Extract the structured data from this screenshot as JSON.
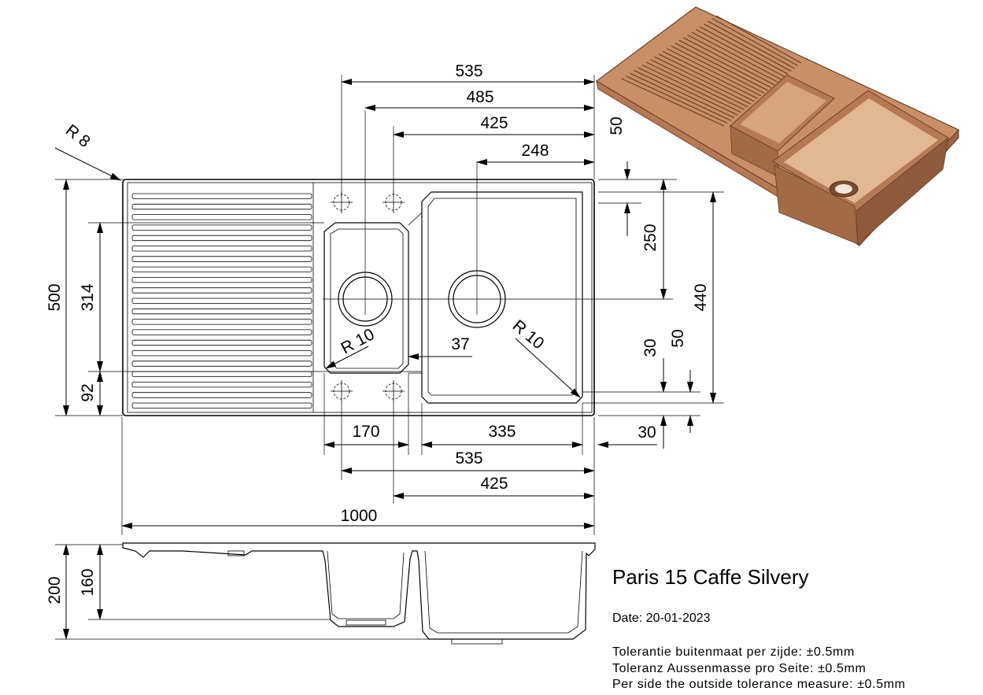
{
  "product": {
    "title": "Paris 15 Caffe Silvery",
    "date": "Date: 20-01-2023",
    "tolerances": [
      "Tolerantie buitenmaat per zijde: ±0.5mm",
      "Toleranz Aussenmasse pro Seite: ±0.5mm",
      "Per side the outside tolerance measure: ±0.5mm"
    ]
  },
  "dimensions": {
    "top_535": "535",
    "top_485": "485",
    "top_425": "425",
    "top_248": "248",
    "corner_radius": "R 8",
    "left_500": "500",
    "left_314": "314",
    "left_92": "92",
    "right_50_top": "50",
    "right_250": "250",
    "right_440": "440",
    "right_30": "30",
    "right_50_bottom": "50",
    "right_30_bottom": "30",
    "bowl_small_radius": "R 10",
    "bowl_large_radius": "R 10",
    "divider_37": "37",
    "bottom_170": "170",
    "bottom_335": "335",
    "bottom_535": "535",
    "bottom_425": "425",
    "total_1000": "1000",
    "depth_200": "200",
    "depth_160": "160"
  },
  "colors": {
    "line": "#000000",
    "sink_fill": "#c98f66",
    "sink_shadow": "#9c6442",
    "sink_light": "#e2b792"
  }
}
